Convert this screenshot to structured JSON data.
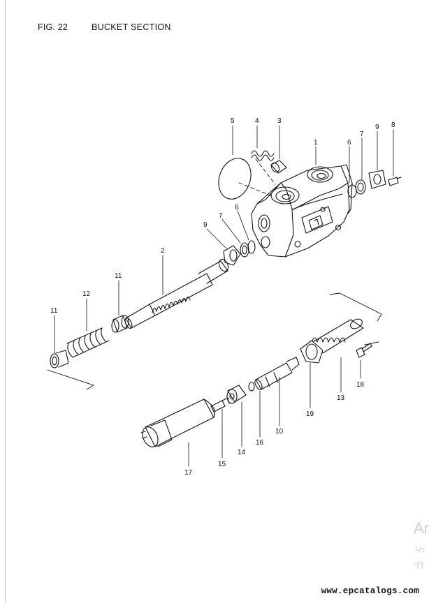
{
  "header": {
    "figure_number": "FIG. 22",
    "title": "BUCKET SECTION"
  },
  "callouts": [
    "1",
    "2",
    "3",
    "4",
    "5",
    "6",
    "6",
    "7",
    "7",
    "8",
    "9",
    "9",
    "10",
    "11",
    "11",
    "12",
    "13",
    "14",
    "15",
    "16",
    "17",
    "18",
    "19"
  ],
  "watermark": {
    "line1": "Ar",
    "line2": "Чт",
    "line3": "\"П"
  },
  "footer": {
    "url": "www.epcatalogs.com"
  }
}
